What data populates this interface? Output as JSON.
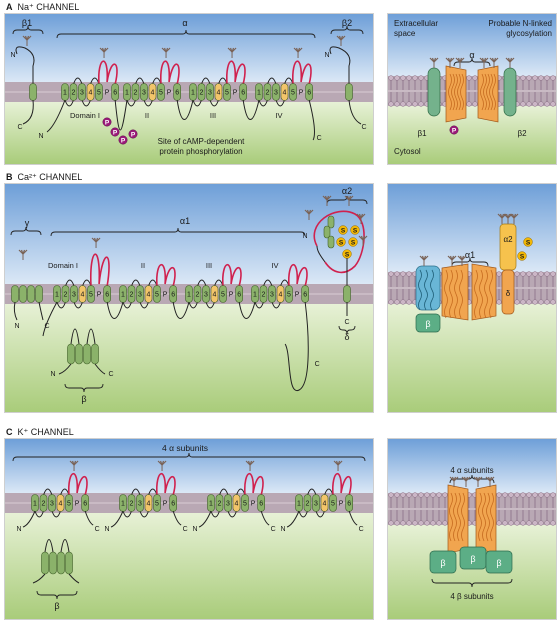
{
  "sections": [
    {
      "letter": "A",
      "title": "Na⁺ CHANNEL",
      "left": {
        "beta1": "β1",
        "alpha": "α",
        "beta2": "β2",
        "domains": [
          "Domain I",
          "II",
          "III",
          "IV"
        ],
        "segments": [
          "1",
          "2",
          "3",
          "4",
          "5",
          "P",
          "6"
        ],
        "n_term": "N",
        "c_term": "C",
        "phospho": "P",
        "phospho_label_1": "Site of cAMP-dependent",
        "phospho_label_2": "protein phosphorylation"
      },
      "right": {
        "extracellular_1": "Extracellular",
        "extracellular_2": "space",
        "glyco_1": "Probable N-linked",
        "glyco_2": "glycosylation",
        "alpha": "α",
        "beta1": "β1",
        "beta2": "β2",
        "cytosol": "Cytosol",
        "phospho": "P"
      }
    },
    {
      "letter": "B",
      "title": "Ca²⁺ CHANNEL",
      "left": {
        "gamma": "γ",
        "alpha1": "α1",
        "alpha2": "α2",
        "delta": "δ",
        "beta": "β",
        "domains": [
          "Domain I",
          "II",
          "III",
          "IV"
        ],
        "segments": [
          "1",
          "2",
          "3",
          "4",
          "5",
          "P",
          "6"
        ],
        "n_term": "N",
        "c_term": "C",
        "disulfide": "S"
      },
      "right": {
        "alpha1": "α1",
        "alpha2": "α2",
        "beta": "β",
        "delta": "δ",
        "disulfide": "S"
      }
    },
    {
      "letter": "C",
      "title": "K⁺ CHANNEL",
      "left": {
        "subunits": "4 α subunits",
        "beta": "β",
        "segments": [
          "1",
          "2",
          "3",
          "4",
          "5",
          "P",
          "6"
        ],
        "n_term": "N",
        "c_term": "C"
      },
      "right": {
        "alpha_subunits": "4 α subunits",
        "beta_subunits": "4 β subunits",
        "beta": "β"
      }
    }
  ],
  "colors": {
    "extracellular": "#bcd3ee",
    "cytosol": "#d4e6b4",
    "membrane": "#b9a8b4",
    "helix": "#8bb26a",
    "s4": "#f2c46a",
    "loop": "#d0214e",
    "channel": "#f1a54f",
    "phospho": "#9b1a7a",
    "disulfide": "#f2b705"
  }
}
